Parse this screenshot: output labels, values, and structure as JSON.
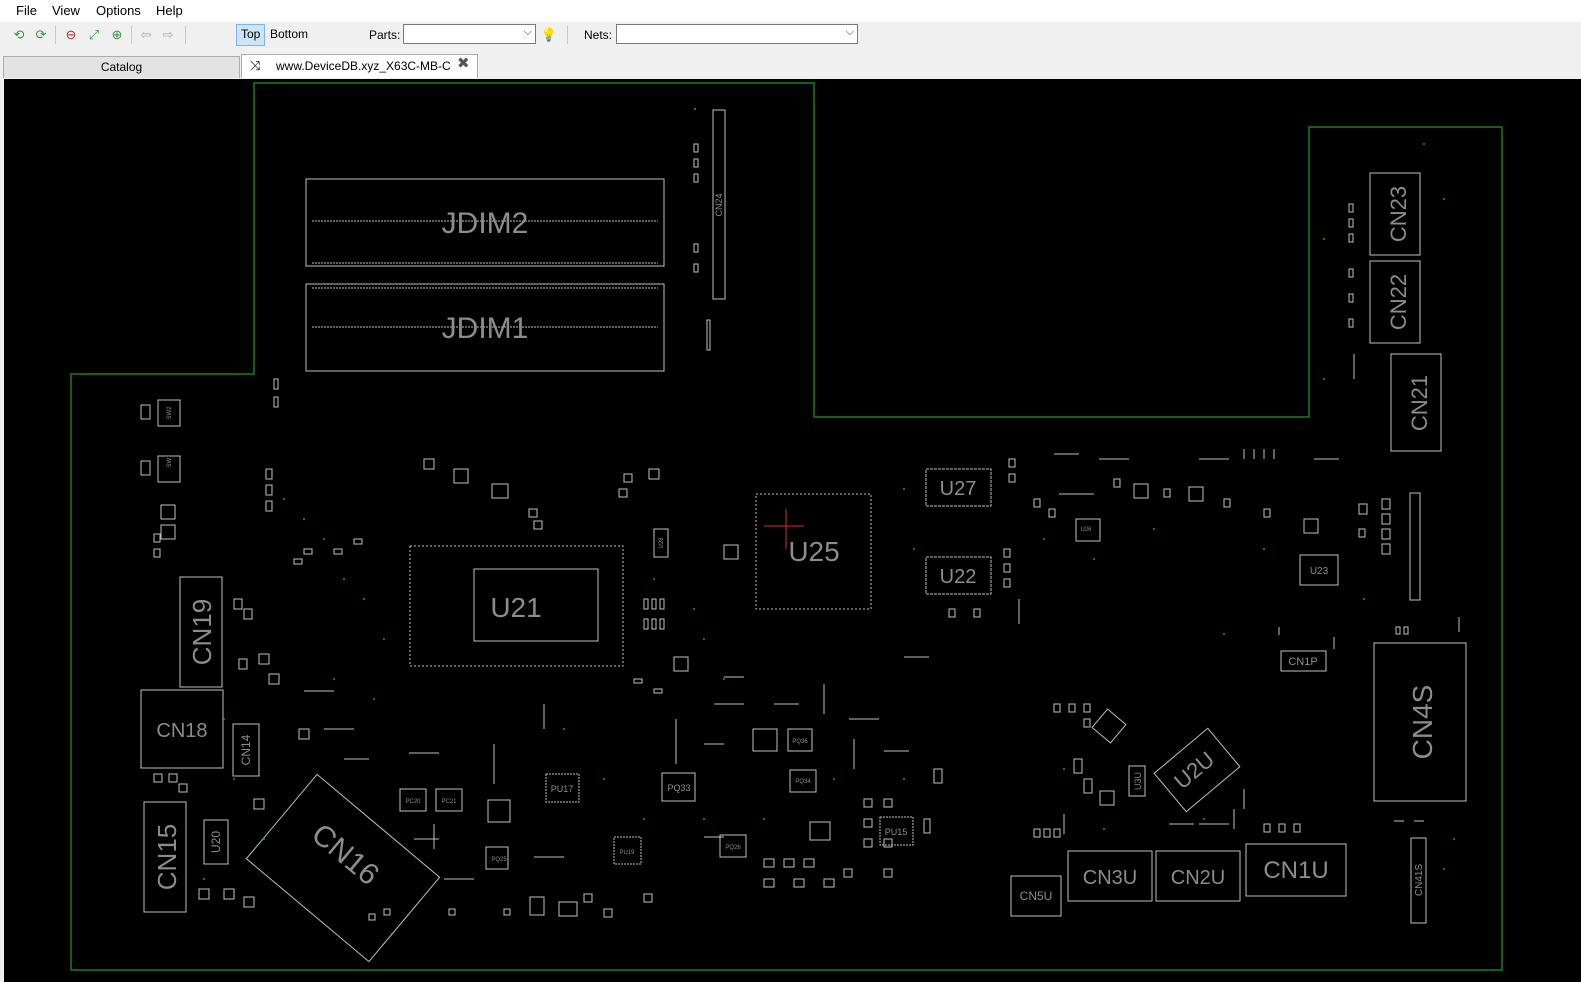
{
  "menu": {
    "file": "File",
    "view": "View",
    "options": "Options",
    "help": "Help"
  },
  "toolbar": {
    "icons": [
      "refresh-icon",
      "reload-icon",
      "zoom-out-icon",
      "fit-icon",
      "zoom-in-icon",
      "back-arrow-icon",
      "forward-arrow-icon",
      "bulb-icon"
    ],
    "top_label": "Top",
    "bottom_label": "Bottom",
    "parts_label": "Parts:",
    "parts_value": "",
    "nets_label": "Nets:",
    "nets_value": ""
  },
  "tabs": {
    "catalog": "Catalog",
    "file_tab": "www.DeviceDB.xyz_X63C-MB-C"
  },
  "colors": {
    "board_outline": "#1e7a1e",
    "component": "#bfbfbf",
    "label": "#8c8c8c",
    "highlight": "#d23030",
    "active_toggle": "#cce4f7"
  },
  "board": {
    "labels": {
      "jdim2": "JDIM2",
      "jdim1": "JDIM1",
      "cn24": "CN24",
      "cn23": "CN23",
      "cn22": "CN22",
      "cn21": "CN21",
      "u27": "U27",
      "u22": "U22",
      "u25": "U25",
      "u21": "U21",
      "u23": "U23",
      "cn1p": "CN1P",
      "cn4s": "CN4S",
      "cn19": "CN19",
      "cn18": "CN18",
      "cn14": "CN14",
      "cn15": "CN15",
      "u20": "U20",
      "cn16": "CN16",
      "u2u": "U2U",
      "u3u": "U3U",
      "cn5u": "CN5U",
      "cn3u": "CN3U",
      "cn2u": "CN2U",
      "cn1u": "CN1U",
      "cn41s": "CN41S",
      "pu17": "PU17",
      "pu15": "PU15",
      "pq33": "PQ33",
      "pu19": "PU19",
      "sw1": "SW1",
      "sw2": "SW2",
      "pc20": "PC20",
      "pc21": "PC21",
      "pq26": "PQ26",
      "pq25": "PQ25",
      "pq34": "PQ34",
      "pq36": "PQ36",
      "u26": "U26",
      "u28": "U28"
    }
  }
}
